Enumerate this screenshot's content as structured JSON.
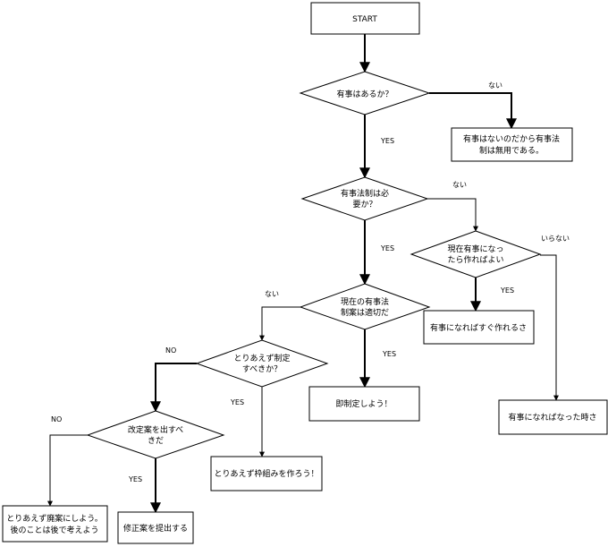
{
  "flowchart": {
    "start": "START",
    "q1": [
      "有事はあるか？"
    ],
    "q2": [
      "有事法制は必",
      "要か？"
    ],
    "q3": [
      "現在の有事法",
      "制案は適切だ"
    ],
    "q4": [
      "とりあえず制定",
      "すべきか？"
    ],
    "q5": [
      "改定案を出すべ",
      "きだ"
    ],
    "q6": [
      "現在有事になっ",
      "たら作ればよい"
    ],
    "r1": [
      "有事はないのだから有事法",
      "制は無用である。"
    ],
    "r2": [
      "即制定しよう！"
    ],
    "r3": [
      "とりあえず枠組みを作ろう！"
    ],
    "r4": [
      "とりあえず廃案にしよう。",
      "後のことは後で考えよう"
    ],
    "r5": [
      "修正案を提出する"
    ],
    "r6": [
      "有事になればすぐ作れるさ"
    ],
    "r7": [
      "有事になればなった時さ"
    ],
    "edges": {
      "q1_no": "ない",
      "q1_yes": "YES",
      "q2_no": "ない",
      "q2_yes": "YES",
      "q3_no": "ない",
      "q3_yes": "YES",
      "q4_no": "NO",
      "q4_yes": "YES",
      "q5_no": "NO",
      "q5_yes": "YES",
      "q6_yes": "YES",
      "q6_no": "いらない"
    }
  }
}
